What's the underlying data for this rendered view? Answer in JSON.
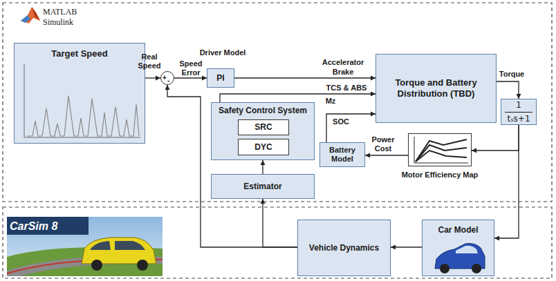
{
  "diagram": {
    "nodes": [
      {
        "text": [
          "Target Speed"
        ]
      },
      {
        "text": [
          "+",
          "-"
        ]
      },
      {
        "text": [
          "PI"
        ]
      },
      {
        "text": [
          "Torque and Battery Distribution (TBD)"
        ]
      },
      {
        "text": [
          "1",
          "tₛs+1"
        ]
      },
      {
        "text": [
          "Safety Control System"
        ]
      },
      {
        "text": [
          "SRC"
        ],
        "in": 5
      },
      {
        "text": [
          "DYC"
        ],
        "in": 5
      },
      {
        "text": [
          "Estimator"
        ]
      },
      {
        "text": [
          "Battery Model"
        ]
      },
      {
        "text": [
          "Motor Efficiency Map"
        ]
      },
      {
        "text": [
          "Vehicle Dynamics"
        ]
      },
      {
        "text": [
          "Car Model"
        ]
      }
    ],
    "edges": [
      {
        "from": 0,
        "to": 1,
        "arrow": "to",
        "label": "Real Speed"
      },
      {
        "from": 1,
        "to": 2,
        "arrow": "to",
        "label": "Speed Error"
      },
      {
        "from": 2,
        "to": 3,
        "arrow": "to"
      },
      {
        "from": 5,
        "to": 3,
        "arrow": "to",
        "label": "TCS & ABS"
      },
      {
        "from": 9,
        "to": 3,
        "arrow": "to",
        "label": "SOC"
      },
      {
        "from": 3,
        "to": 4,
        "arrow": "to",
        "label": "Torque"
      },
      {
        "from": 4,
        "to": 12,
        "arrow": "to"
      },
      {
        "from": 4,
        "to": 10,
        "arrow": "to"
      },
      {
        "from": 10,
        "to": 9,
        "arrow": "to",
        "label": "Power Cost"
      },
      {
        "from": 12,
        "to": 11,
        "arrow": "to"
      },
      {
        "from": 11,
        "to": 8,
        "arrow": "to"
      },
      {
        "from": 11,
        "to": 1,
        "arrow": "to"
      },
      {
        "from": 8,
        "to": 5,
        "arrow": "to"
      }
    ],
    "labels": [
      "MATLAB",
      "Simulink",
      "Driver Model",
      "Accelerator",
      "Brake",
      "Mz",
      "CarSim 8"
    ]
  }
}
